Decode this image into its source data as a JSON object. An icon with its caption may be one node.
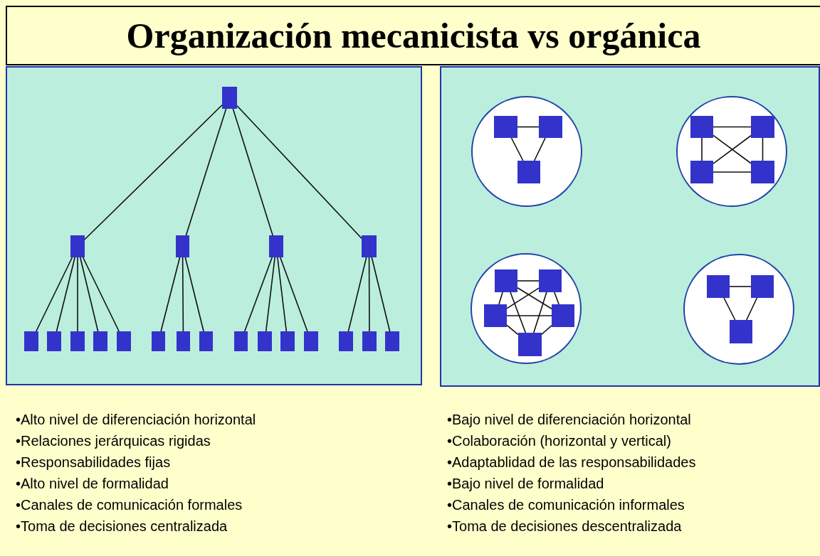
{
  "diagram": {
    "title": "Organización mecanicista vs orgánica",
    "nodes": [
      {
        "text": [],
        "shape": "box"
      },
      {
        "text": [],
        "shape": "box",
        "in": 0
      },
      {
        "text": [],
        "shape": "box",
        "in": 0
      },
      {
        "text": [],
        "shape": "box",
        "in": 0
      },
      {
        "text": [],
        "shape": "box",
        "in": 0
      },
      {
        "text": [],
        "shape": "box",
        "in": 0
      },
      {
        "text": [],
        "shape": "box",
        "in": 0
      },
      {
        "text": [],
        "shape": "box",
        "in": 0
      },
      {
        "text": [],
        "shape": "box",
        "in": 0
      },
      {
        "text": [],
        "shape": "box",
        "in": 0
      },
      {
        "text": [],
        "shape": "box",
        "in": 0
      },
      {
        "text": [],
        "shape": "box",
        "in": 0
      },
      {
        "text": [],
        "shape": "box",
        "in": 0
      },
      {
        "text": [],
        "shape": "box",
        "in": 0
      },
      {
        "text": [],
        "shape": "box",
        "in": 0
      },
      {
        "text": [],
        "shape": "box",
        "in": 0
      },
      {
        "text": [],
        "shape": "box",
        "in": 0
      },
      {
        "text": [],
        "shape": "box",
        "in": 0
      },
      {
        "text": [],
        "shape": "box",
        "in": 0
      },
      {
        "text": [],
        "shape": "box",
        "in": 0
      },
      {
        "text": [],
        "shape": "box",
        "in": 0
      },
      {
        "text": [],
        "shape": "box"
      },
      {
        "text": [],
        "shape": "circle",
        "in": 21
      },
      {
        "text": [],
        "shape": "box",
        "in": 22
      },
      {
        "text": [],
        "shape": "box",
        "in": 22
      },
      {
        "text": [],
        "shape": "box",
        "in": 22
      },
      {
        "text": [],
        "shape": "circle",
        "in": 21
      },
      {
        "text": [],
        "shape": "box",
        "in": 26
      },
      {
        "text": [],
        "shape": "box",
        "in": 26
      },
      {
        "text": [],
        "shape": "box",
        "in": 26
      },
      {
        "text": [],
        "shape": "box",
        "in": 26
      },
      {
        "text": [],
        "shape": "circle",
        "in": 21
      },
      {
        "text": [],
        "shape": "box",
        "in": 31
      },
      {
        "text": [],
        "shape": "box",
        "in": 31
      },
      {
        "text": [],
        "shape": "box",
        "in": 31
      },
      {
        "text": [],
        "shape": "box",
        "in": 31
      },
      {
        "text": [],
        "shape": "box",
        "in": 31
      },
      {
        "text": [],
        "shape": "circle",
        "in": 21
      },
      {
        "text": [],
        "shape": "box",
        "in": 37
      },
      {
        "text": [],
        "shape": "box",
        "in": 37
      },
      {
        "text": [],
        "shape": "box",
        "in": 37
      }
    ],
    "edges": [
      {
        "from": 1,
        "to": 2,
        "arrow": "none"
      },
      {
        "from": 1,
        "to": 3,
        "arrow": "none"
      },
      {
        "from": 1,
        "to": 4,
        "arrow": "none"
      },
      {
        "from": 1,
        "to": 5,
        "arrow": "none"
      },
      {
        "from": 2,
        "to": 6,
        "arrow": "none"
      },
      {
        "from": 2,
        "to": 7,
        "arrow": "none"
      },
      {
        "from": 2,
        "to": 8,
        "arrow": "none"
      },
      {
        "from": 2,
        "to": 9,
        "arrow": "none"
      },
      {
        "from": 2,
        "to": 10,
        "arrow": "none"
      },
      {
        "from": 3,
        "to": 11,
        "arrow": "none"
      },
      {
        "from": 3,
        "to": 12,
        "arrow": "none"
      },
      {
        "from": 3,
        "to": 13,
        "arrow": "none"
      },
      {
        "from": 4,
        "to": 14,
        "arrow": "none"
      },
      {
        "from": 4,
        "to": 15,
        "arrow": "none"
      },
      {
        "from": 4,
        "to": 16,
        "arrow": "none"
      },
      {
        "from": 4,
        "to": 17,
        "arrow": "none"
      },
      {
        "from": 5,
        "to": 18,
        "arrow": "none"
      },
      {
        "from": 5,
        "to": 19,
        "arrow": "none"
      },
      {
        "from": 5,
        "to": 20,
        "arrow": "none"
      },
      {
        "from": 23,
        "to": 24,
        "arrow": "none"
      },
      {
        "from": 23,
        "to": 25,
        "arrow": "none"
      },
      {
        "from": 24,
        "to": 25,
        "arrow": "none"
      },
      {
        "from": 27,
        "to": 28,
        "arrow": "none"
      },
      {
        "from": 29,
        "to": 30,
        "arrow": "none"
      },
      {
        "from": 27,
        "to": 29,
        "arrow": "none"
      },
      {
        "from": 28,
        "to": 30,
        "arrow": "none"
      },
      {
        "from": 27,
        "to": 30,
        "arrow": "none"
      },
      {
        "from": 28,
        "to": 29,
        "arrow": "none"
      },
      {
        "from": 32,
        "to": 33,
        "arrow": "none"
      },
      {
        "from": 32,
        "to": 34,
        "arrow": "none"
      },
      {
        "from": 32,
        "to": 35,
        "arrow": "none"
      },
      {
        "from": 32,
        "to": 36,
        "arrow": "none"
      },
      {
        "from": 33,
        "to": 34,
        "arrow": "none"
      },
      {
        "from": 33,
        "to": 35,
        "arrow": "none"
      },
      {
        "from": 33,
        "to": 36,
        "arrow": "none"
      },
      {
        "from": 34,
        "to": 35,
        "arrow": "none"
      },
      {
        "from": 34,
        "to": 36,
        "arrow": "none"
      },
      {
        "from": 35,
        "to": 36,
        "arrow": "none"
      },
      {
        "from": 38,
        "to": 39,
        "arrow": "none"
      },
      {
        "from": 38,
        "to": 40,
        "arrow": "none"
      },
      {
        "from": 39,
        "to": 40,
        "arrow": "none"
      }
    ],
    "labels": [
      "•Alto nivel de diferenciación horizontal",
      "•Relaciones jerárquicas rigidas",
      "•Responsabilidades fijas",
      "•Alto nivel de formalidad",
      "•Canales de comunicación formales",
      "•Toma de decisiones centralizada",
      "•Bajo nivel de diferenciación horizontal",
      "•Colaboración (horizontal y vertical)",
      "•Adaptablidad de las responsabilidades",
      "•Bajo nivel de formalidad",
      "•Canales de comunicación informales",
      "•Toma de decisiones descentralizada"
    ]
  }
}
